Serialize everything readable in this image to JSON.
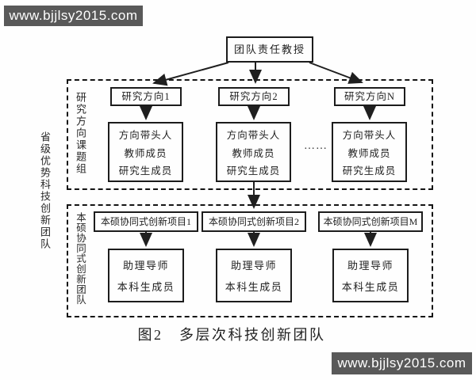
{
  "watermarks": {
    "top_left": "www.bjjlsy2015.com",
    "bottom_right": "www.bjjlsy2015.com"
  },
  "colors": {
    "line": "#1f1f1f",
    "box_border": "#1c1c1c",
    "watermark_bg": "#595959",
    "watermark_text": "#ffffff",
    "canvas_bg": "#fefefe"
  },
  "diagram": {
    "root": "团队责任教授",
    "outer_label": "省级优势科技创新团队",
    "ellipsis": "……",
    "groups": [
      {
        "label": "研究方向课题组",
        "columns": [
          {
            "header": "研究方向1",
            "members": [
              "方向带头人",
              "教师成员",
              "研究生成员"
            ]
          },
          {
            "header": "研究方向2",
            "members": [
              "方向带头人",
              "教师成员",
              "研究生成员"
            ]
          },
          {
            "header": "研究方向N",
            "members": [
              "方向带头人",
              "教师成员",
              "研究生成员"
            ]
          }
        ]
      },
      {
        "label": "本硕协同式创新团队",
        "columns": [
          {
            "header": "本硕协同式创新项目1",
            "members": [
              "助理导师",
              "本科生成员"
            ]
          },
          {
            "header": "本硕协同式创新项目2",
            "members": [
              "助理导师",
              "本科生成员"
            ]
          },
          {
            "header": "本硕协同式创新项目M",
            "members": [
              "助理导师",
              "本科生成员"
            ]
          }
        ]
      }
    ],
    "caption": "图2　多层次科技创新团队"
  }
}
